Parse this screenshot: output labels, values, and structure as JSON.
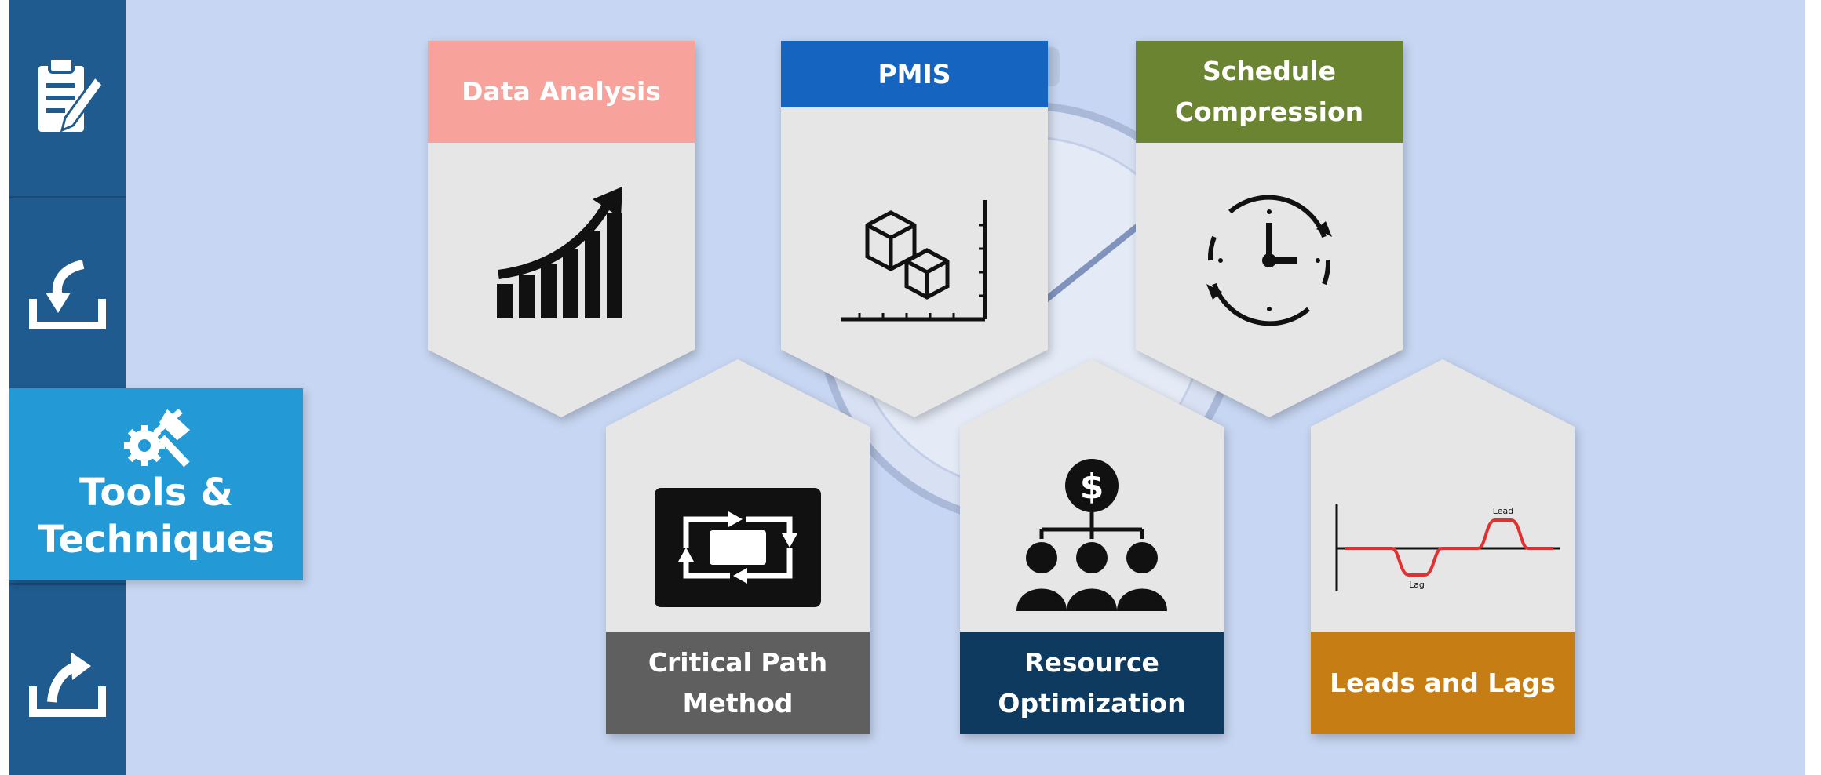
{
  "sidebar": {
    "active_label_line1": "Tools &",
    "active_label_line2": "Techniques",
    "icons": [
      "clipboard-edit-icon",
      "input-download-icon",
      "tools-gear-icon",
      "output-upload-icon"
    ]
  },
  "cards": [
    {
      "id": "data-analysis",
      "label": "Data Analysis",
      "color": "#f7a29a",
      "icon": "rising-bar-chart-icon"
    },
    {
      "id": "pmis",
      "label": "PMIS",
      "color": "#1565c0",
      "icon": "cubes-axis-icon"
    },
    {
      "id": "schedule-compression",
      "label_line1": "Schedule",
      "label_line2": "Compression",
      "color": "#6b8432",
      "icon": "clock-cycle-icon"
    },
    {
      "id": "critical-path",
      "label_line1": "Critical Path",
      "label_line2": "Method",
      "color": "#5f5f5f",
      "icon": "process-loop-icon"
    },
    {
      "id": "resource-optimization",
      "label_line1": "Resource",
      "label_line2": "Optimization",
      "color": "#0d3a5e",
      "icon": "dollar-team-icon"
    },
    {
      "id": "leads-lags",
      "label": "Leads and Lags",
      "color": "#c67d14",
      "icon": "lead-lag-wave-icon",
      "diagram": {
        "lead_label": "Lead",
        "lag_label": "Lag"
      }
    }
  ]
}
